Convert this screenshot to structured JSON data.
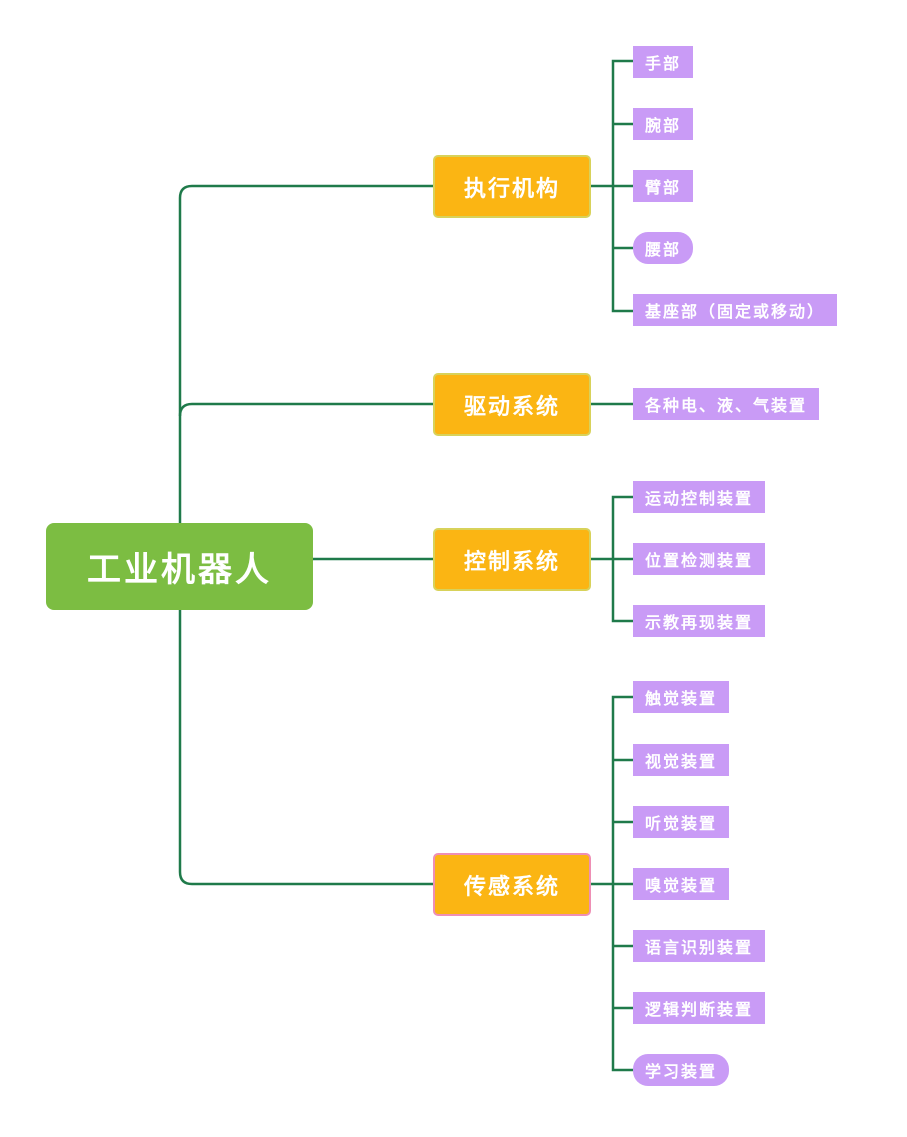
{
  "root": {
    "label": "工业机器人"
  },
  "branches": [
    {
      "label": "执行机构",
      "leaves": [
        "手部",
        "腕部",
        "臂部",
        "腰部",
        "基座部（固定或移动）"
      ]
    },
    {
      "label": "驱动系统",
      "leaves": [
        "各种电、液、气装置"
      ]
    },
    {
      "label": "控制系统",
      "leaves": [
        "运动控制装置",
        "位置检测装置",
        "示教再现装置"
      ]
    },
    {
      "label": "传感系统",
      "leaves": [
        "触觉装置",
        "视觉装置",
        "听觉装置",
        "嗅觉装置",
        "语言识别装置",
        "逻辑判断装置",
        "学习装置"
      ]
    }
  ],
  "colors": {
    "root_fill": "#7cbd42",
    "branch_fill": "#fbb513",
    "leaf_fill": "#c99bf6",
    "connector": "#1f7a4a"
  }
}
